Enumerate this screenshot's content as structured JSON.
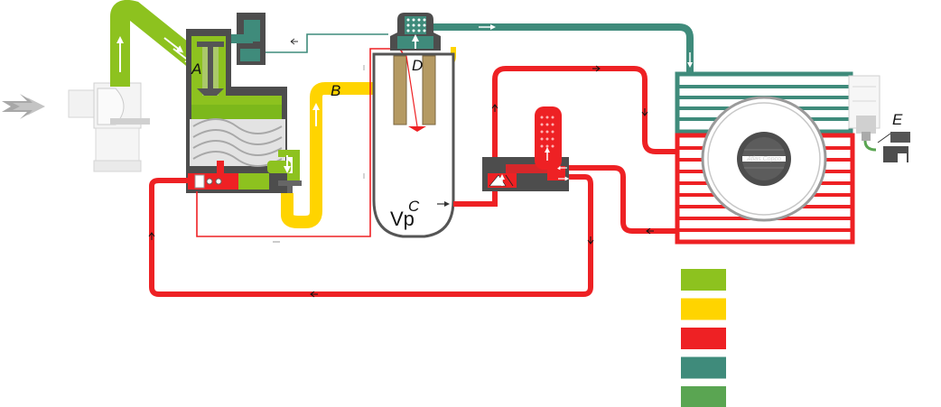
{
  "colors": {
    "air_inlet": "#8dc21f",
    "oil_hot": "#ffd400",
    "oil": "#ee2124",
    "air_compressed": "#3f8b7b",
    "condensate": "#5aa552",
    "housing": "#4d4d4d"
  },
  "labels": {
    "a": "A",
    "b": "B",
    "c": "C",
    "d": "D",
    "e": "E",
    "vp": "Vp"
  },
  "cooler": {
    "brand": "Atlas Copco"
  },
  "legend": [
    {
      "color": "#8dc21f",
      "text": ""
    },
    {
      "color": "#ffd400",
      "text": ""
    },
    {
      "color": "#ee2124",
      "text": ""
    },
    {
      "color": "#3f8b7b",
      "text": ""
    },
    {
      "color": "#5aa552",
      "text": ""
    }
  ]
}
